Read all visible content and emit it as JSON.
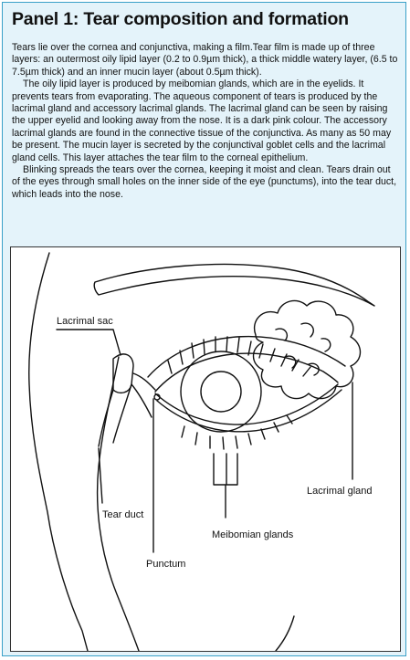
{
  "panel": {
    "title": "Panel 1: Tear composition and formation",
    "paragraphs": [
      "Tears lie over the cornea and conjunctiva, making a film.Tear film is made up of three layers: an outermost oily lipid layer (0.2 to 0.9µm thick), a thick middle watery layer, (6.5 to 7.5µm thick) and an inner mucin layer (about 0.5µm thick).",
      "The oily lipid layer is produced by meibomian glands, which are in the eyelids. It prevents tears from evaporating. The aqueous component of tears is produced by the lacrimal gland and accessory lacrimal glands. The lacrimal gland can be seen by raising the upper eyelid and looking away from the nose. It is a dark pink colour. The accessory lacrimal glands are found in the connective tissue of the conjunctiva. As many as 50 may be present. The mucin layer is secreted by the conjunctival goblet cells and the lacrimal gland cells. This layer attaches the tear film to the corneal epithelium.",
      "Blinking spreads the tears over the cornea, keeping it moist and clean. Tears drain out of the eyes through small holes on the inner side of the eye (punctums), into the tear duct, which leads into the nose."
    ]
  },
  "diagram": {
    "labels": {
      "lacrimal_sac": "Lacrimal sac",
      "tear_duct": "Tear duct",
      "punctum": "Punctum",
      "meibomian_glands": "Meibomian glands",
      "lacrimal_gland": "Lacrimal gland"
    }
  },
  "colors": {
    "border": "#3aa0c8",
    "background": "#e4f3fa"
  }
}
